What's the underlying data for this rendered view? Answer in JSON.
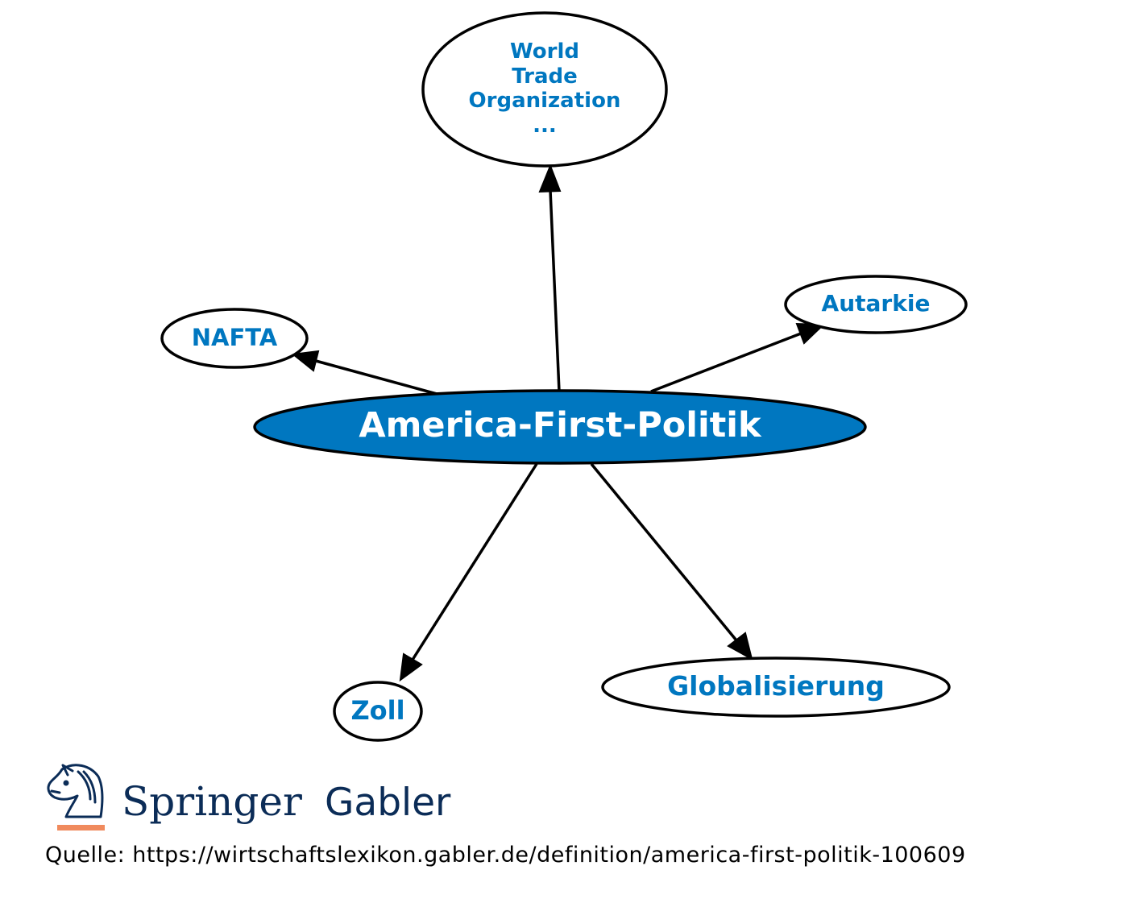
{
  "diagram": {
    "center": {
      "label": "America-First-Politik"
    },
    "nodes": [
      {
        "id": "wto",
        "lines": [
          "World",
          "Trade",
          "Organization",
          "..."
        ]
      },
      {
        "id": "nafta",
        "label": "NAFTA"
      },
      {
        "id": "autarkie",
        "label": "Autarkie"
      },
      {
        "id": "zoll",
        "label": "Zoll"
      },
      {
        "id": "globalisierung",
        "label": "Globalisierung"
      }
    ]
  },
  "colors": {
    "center_fill": "#0077c0",
    "label_blue": "#0077c0",
    "logo_navy": "#0b2c57",
    "logo_underline": "#f08a5d"
  },
  "logo": {
    "icon": "springer-horse-logo-icon",
    "brand_primary": "Springer",
    "brand_secondary": "Gabler"
  },
  "footer": {
    "source": "Quelle: https://wirtschaftslexikon.gabler.de/definition/america-first-politik-100609"
  }
}
